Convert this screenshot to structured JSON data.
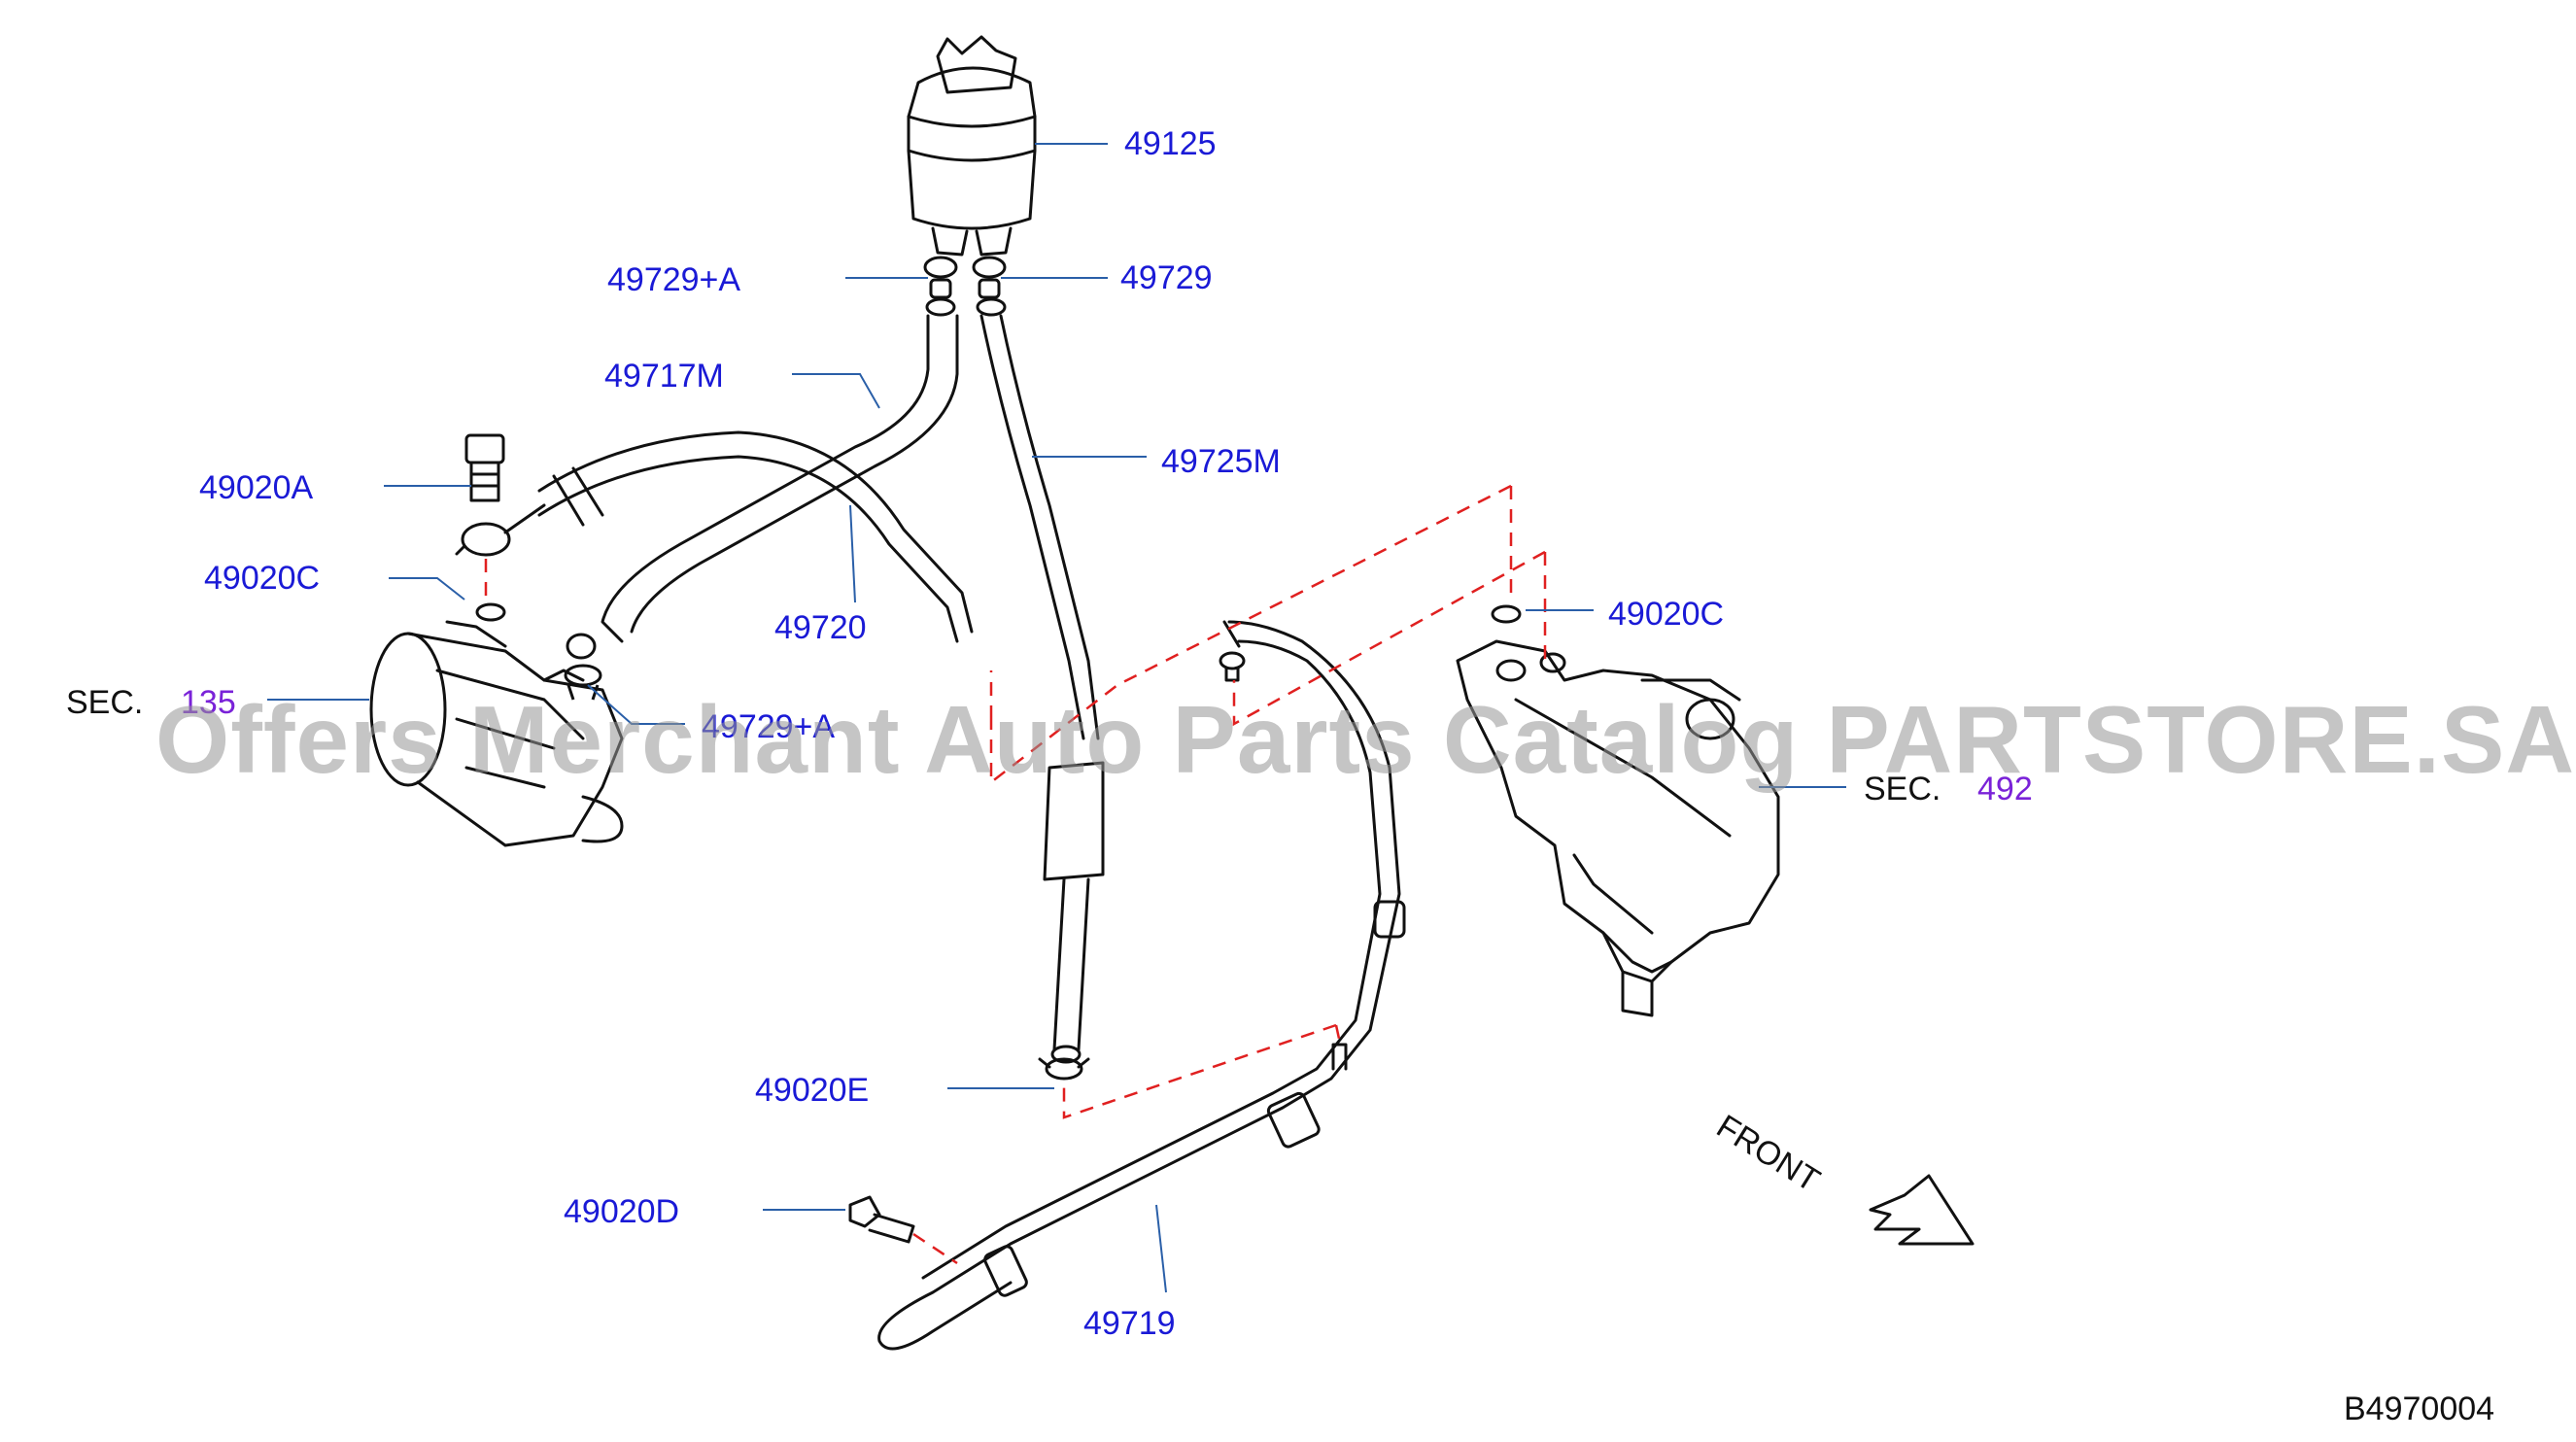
{
  "labels": {
    "p49125": "49125",
    "p49729a_top": "49729+A",
    "p49729": "49729",
    "p49717m": "49717M",
    "p49725m": "49725M",
    "p49020a": "49020A",
    "p49020c_left": "49020C",
    "p49720": "49720",
    "sec_left": "SEC.",
    "sec_left_num": "135",
    "p49729a_mid": "49729+A",
    "p49020c_right": "49020C",
    "sec_right": "SEC.",
    "sec_right_num": "492",
    "p49020e": "49020E",
    "p49020d": "49020D",
    "p49719": "49719",
    "front": "FRONT",
    "diagram_code": "B4970004"
  },
  "watermark": "Offers Merchant Auto Parts Catalog PARTSTORE.SA",
  "colors": {
    "part_number": "#1a1ad6",
    "section_number": "#7a22d8",
    "line_art": "#111111",
    "dashed_guides": "#e02020",
    "leader_lines": "#2a5fa8"
  }
}
